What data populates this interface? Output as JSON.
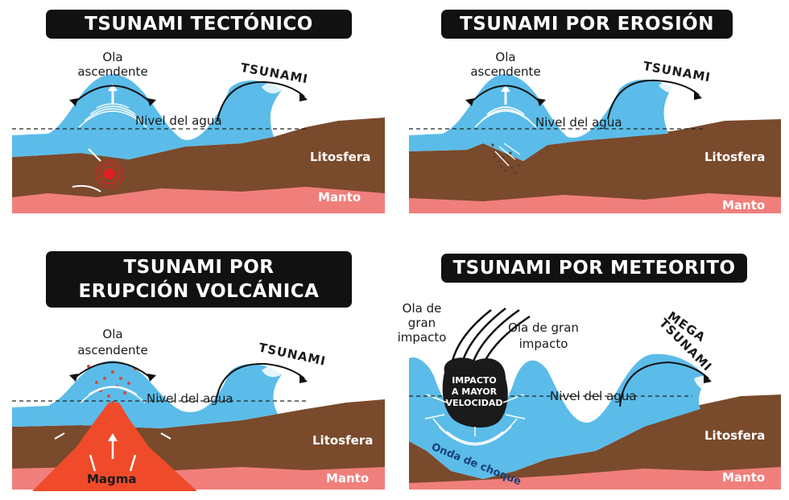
{
  "colors": {
    "water": "#5bbce9",
    "water_light": "#a9dcf5",
    "lithosphere": "#7a4a2c",
    "mantle": "#f07f7c",
    "magma": "#ef4b2a",
    "title_bg": "#111111"
  },
  "panels": {
    "tectonic": {
      "title": "TSUNAMI TECTÓNICO",
      "rising_wave": [
        "Ola",
        "ascendente"
      ],
      "tsunami": "TSUNAMI",
      "water_level": "Nivel del agua",
      "lithosphere": "Litosfera",
      "mantle": "Manto"
    },
    "erosion": {
      "title": "TSUNAMI POR EROSIÓN",
      "rising_wave": [
        "Ola",
        "ascendente"
      ],
      "tsunami": "TSUNAMI",
      "water_level": "Nivel del agua",
      "lithosphere": "Litosfera",
      "mantle": "Manto"
    },
    "volcanic": {
      "title_lines": [
        "TSUNAMI POR",
        "ERUPCIÓN VOLCÁNICA"
      ],
      "rising_wave": [
        "Ola",
        "ascendente"
      ],
      "tsunami": "TSUNAMI",
      "water_level": "Nivel del agua",
      "lithosphere": "Litosfera",
      "mantle": "Manto",
      "magma": "Magma"
    },
    "meteorite": {
      "title": "TSUNAMI POR METEORITO",
      "impact_wave_left": [
        "Ola de",
        "gran",
        "impacto"
      ],
      "impact_wave_right": [
        "Ola de gran",
        "impacto"
      ],
      "impact_text": [
        "IMPACTO",
        "A MAYOR",
        "VELOCIDAD"
      ],
      "shock_wave": "Onda de choque",
      "mega_tsunami": [
        "MEGA",
        "TSUNAMI"
      ],
      "water_level": "Nivel del agua",
      "lithosphere": "Litosfera",
      "mantle": "Manto"
    }
  }
}
